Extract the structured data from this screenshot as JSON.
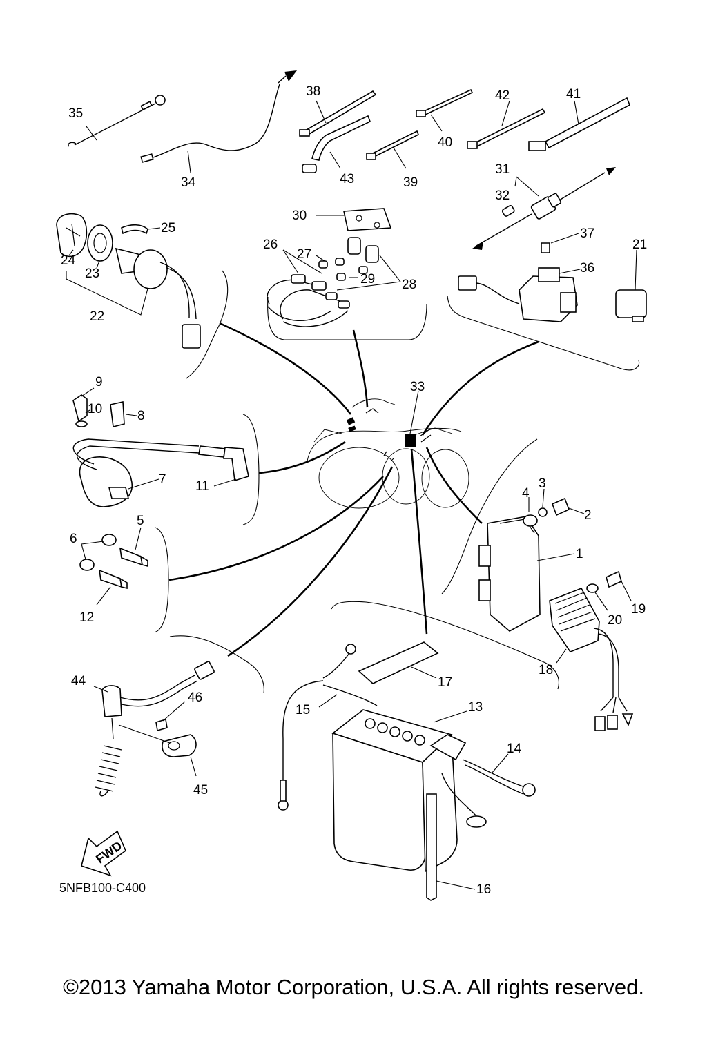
{
  "diagram": {
    "drawing_code": "5NFB100-C400",
    "fwd_label": "FWD",
    "copyright": "©2013 Yamaha Motor Corporation, U.S.A. All rights reserved.",
    "callouts": {
      "c1": "1",
      "c2": "2",
      "c3": "3",
      "c4": "4",
      "c5": "5",
      "c6": "6",
      "c7": "7",
      "c8": "8",
      "c9": "9",
      "c10": "10",
      "c11": "11",
      "c12": "12",
      "c13": "13",
      "c14": "14",
      "c15": "15",
      "c16": "16",
      "c17": "17",
      "c18": "18",
      "c19": "19",
      "c20": "20",
      "c21": "21",
      "c22": "22",
      "c23": "23",
      "c24": "24",
      "c25": "25",
      "c26": "26",
      "c27": "27",
      "c28": "28",
      "c29": "29",
      "c30": "30",
      "c31": "31",
      "c32": "32",
      "c33": "33",
      "c34": "34",
      "c35": "35",
      "c36": "36",
      "c37": "37",
      "c38": "38",
      "c39": "39",
      "c40": "40",
      "c41": "41",
      "c42": "42",
      "c43": "43",
      "c44": "44",
      "c45": "45",
      "c46": "46"
    }
  }
}
